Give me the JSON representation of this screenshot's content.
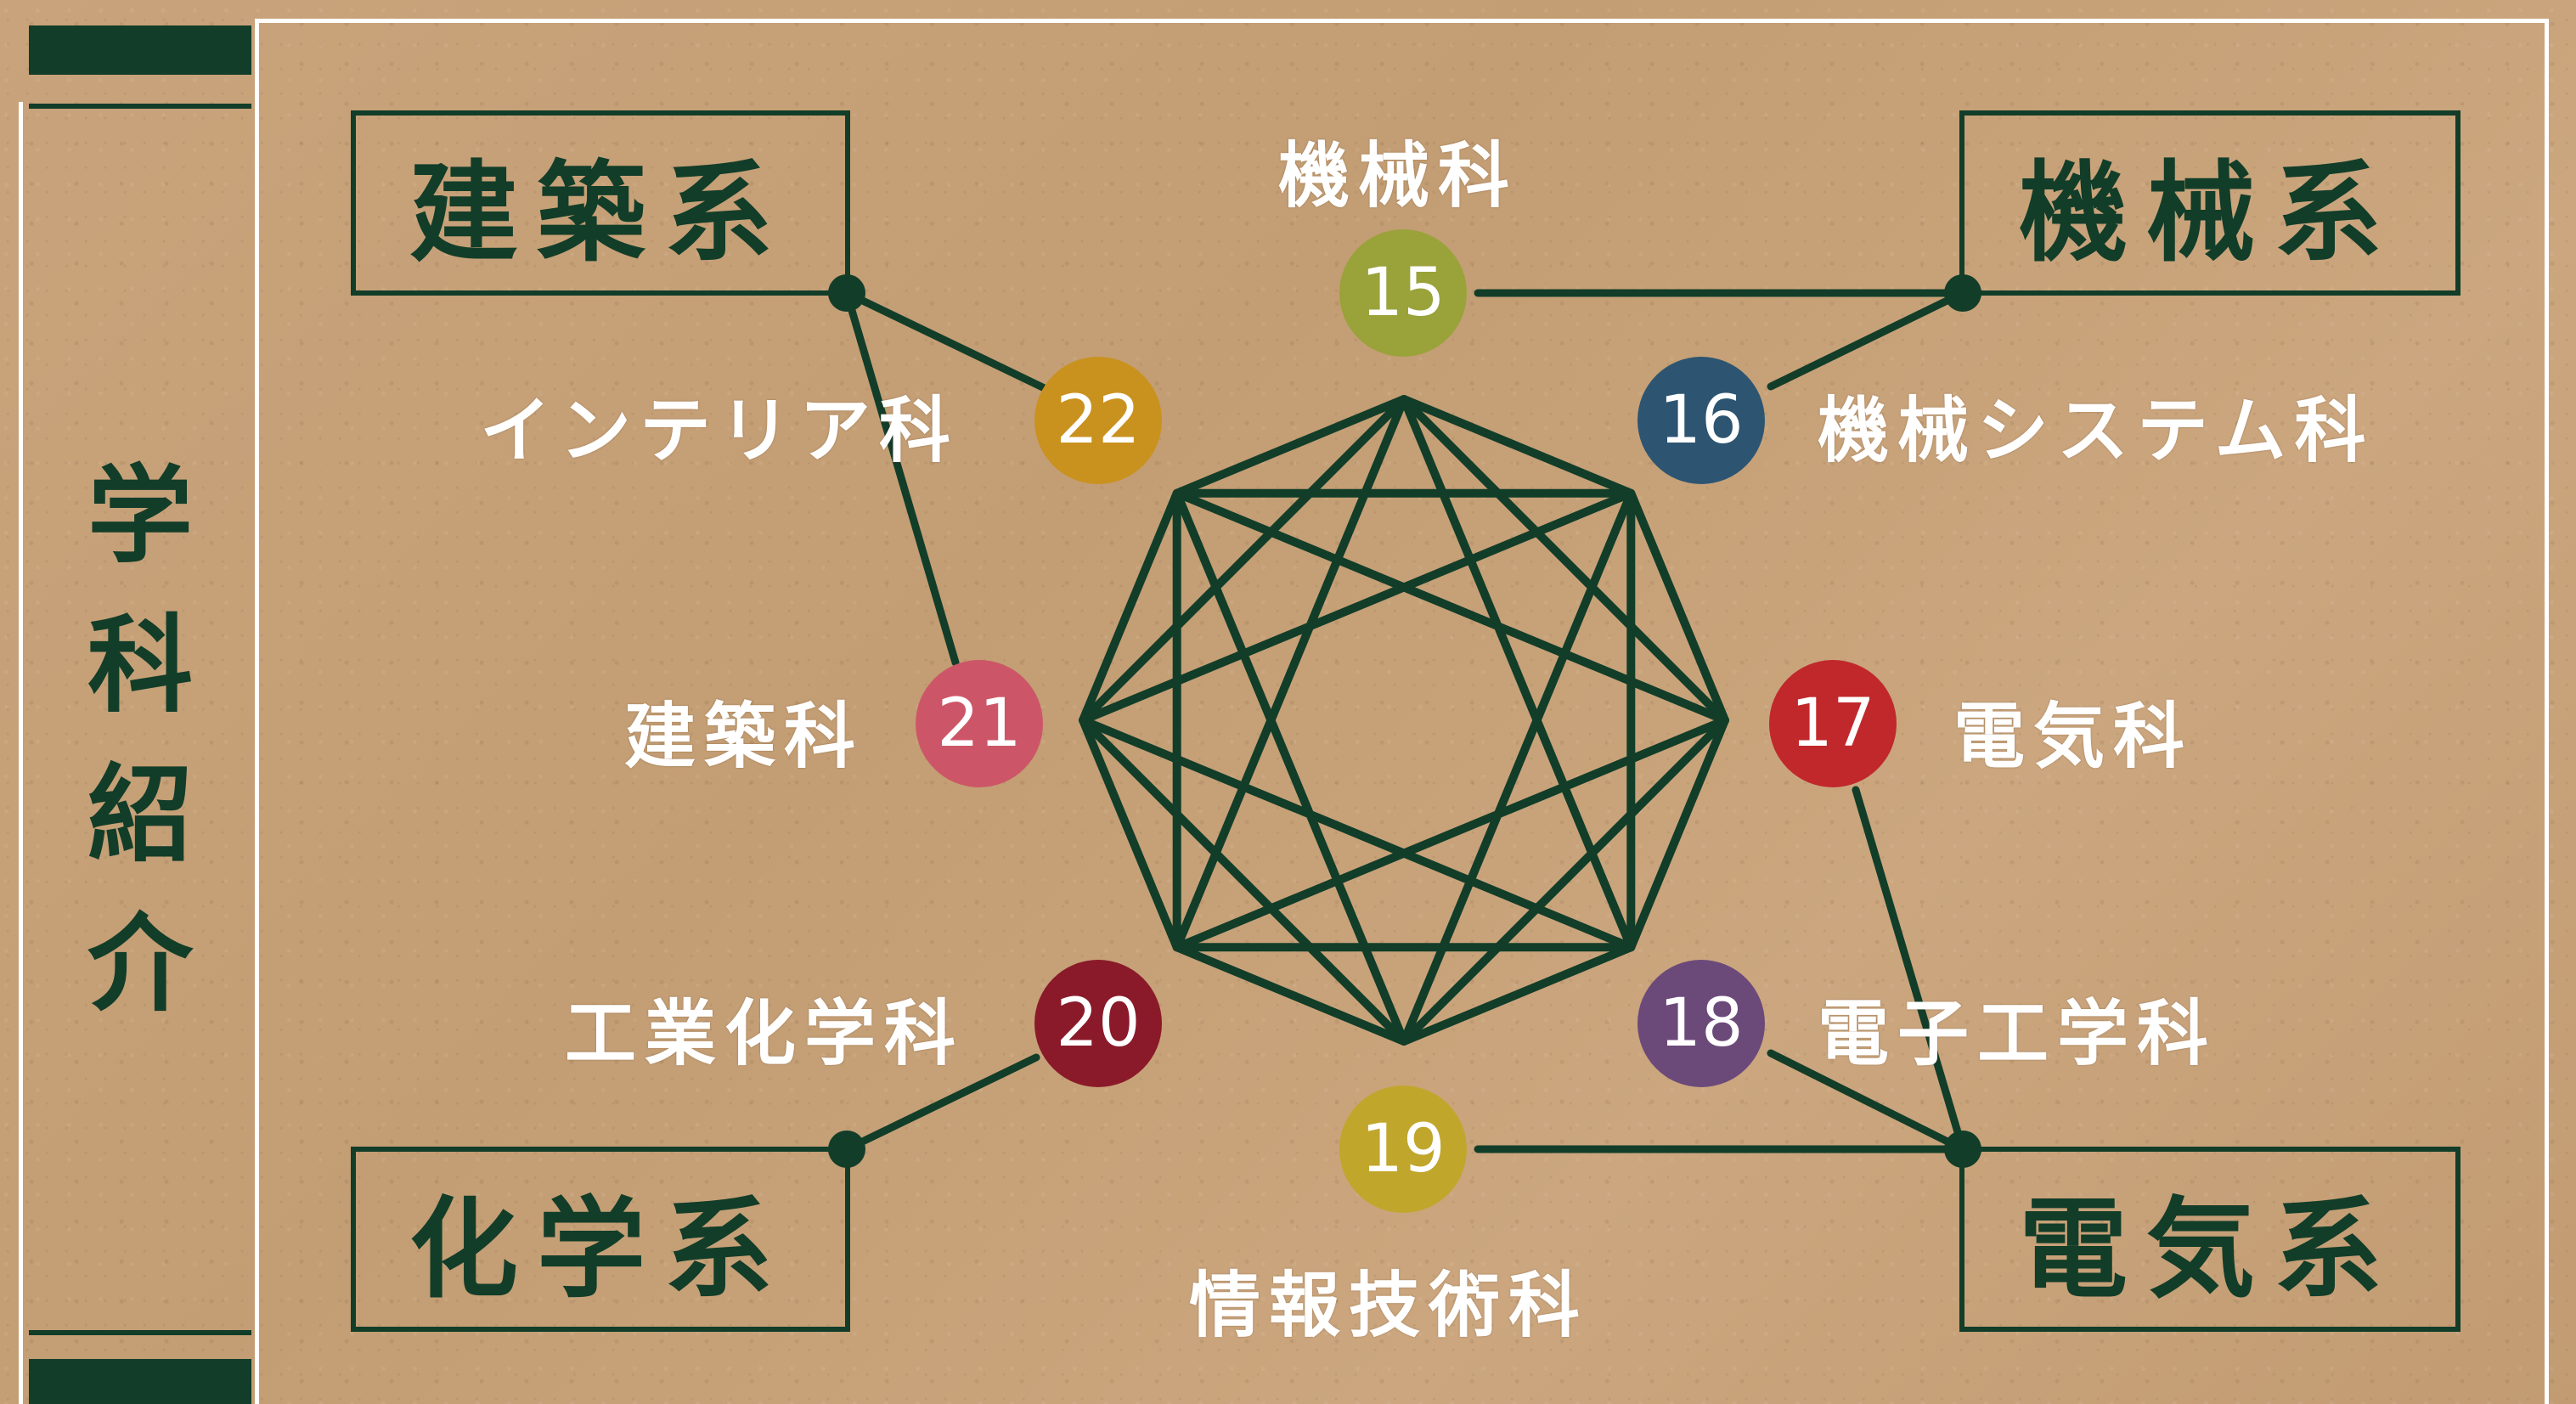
{
  "sidebar": {
    "title_chars": [
      "学",
      "科",
      "紹",
      "介"
    ]
  },
  "categories": {
    "kenchiku": "建築系",
    "kikai": "機械系",
    "kagaku": "化学系",
    "denki": "電気系"
  },
  "departments": [
    {
      "number": "15",
      "label": "機械科",
      "color": "#9aa23a"
    },
    {
      "number": "16",
      "label": "機械システム科",
      "color": "#2d5572"
    },
    {
      "number": "17",
      "label": "電気科",
      "color": "#c0282b"
    },
    {
      "number": "18",
      "label": "電子工学科",
      "color": "#6b4a7a"
    },
    {
      "number": "19",
      "label": "情報技術科",
      "color": "#c1a62c"
    },
    {
      "number": "20",
      "label": "工業化学科",
      "color": "#8a1a2a"
    },
    {
      "number": "21",
      "label": "建築科",
      "color": "#cc5668"
    },
    {
      "number": "22",
      "label": "インテリア科",
      "color": "#c9921f"
    }
  ],
  "colors": {
    "line": "#123d29",
    "text": "#ffffff",
    "background": "#c7a27a"
  }
}
